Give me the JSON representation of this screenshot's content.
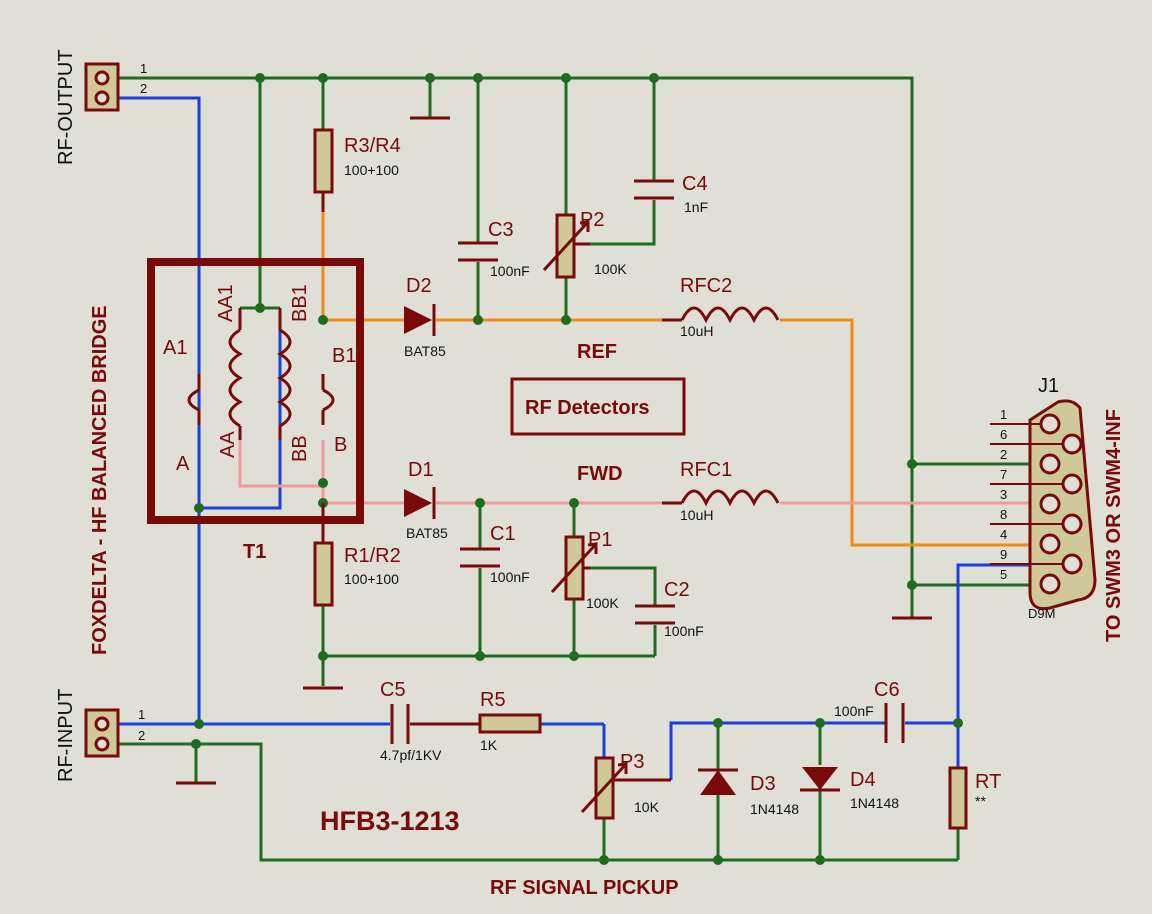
{
  "labels": {
    "rf_output": "RF-OUTPUT",
    "rf_input": "RF-INPUT",
    "title_vertical": "FOXDELTA - HF BALANCED BRIDGE",
    "to_swm": "TO SWM3 OR SWM4-INF",
    "t1": "T1",
    "rf_detectors": "RF Detectors",
    "ref": "REF",
    "fwd": "FWD",
    "board_id": "HFB3-1213",
    "rf_signal_pickup": "RF SIGNAL PICKUP",
    "j1": "J1",
    "d9m": "D9M"
  },
  "transformer_pins": {
    "a1": "A1",
    "aa1": "AA1",
    "bb1": "BB1",
    "b1": "B1",
    "a": "A",
    "aa": "AA",
    "bb": "BB",
    "b": "B"
  },
  "components": {
    "r3r4": {
      "ref": "R3/R4",
      "value": "100+100"
    },
    "r1r2": {
      "ref": "R1/R2",
      "value": "100+100"
    },
    "c3": {
      "ref": "C3",
      "value": "100nF"
    },
    "c4": {
      "ref": "C4",
      "value": "1nF"
    },
    "p2": {
      "ref": "P2",
      "value": "100K"
    },
    "d2": {
      "ref": "D2",
      "value": "BAT85"
    },
    "rfc2": {
      "ref": "RFC2",
      "value": "10uH"
    },
    "d1": {
      "ref": "D1",
      "value": "BAT85"
    },
    "rfc1": {
      "ref": "RFC1",
      "value": "10uH"
    },
    "c1": {
      "ref": "C1",
      "value": "100nF"
    },
    "p1": {
      "ref": "P1",
      "value": "100K"
    },
    "c2": {
      "ref": "C2",
      "value": "100nF"
    },
    "c5": {
      "ref": "C5",
      "value": "4.7pf/1KV"
    },
    "r5": {
      "ref": "R5",
      "value": "1K"
    },
    "p3": {
      "ref": "P3",
      "value": "10K"
    },
    "d3": {
      "ref": "D3",
      "value": "1N4148"
    },
    "d4": {
      "ref": "D4",
      "value": "1N4148"
    },
    "c6": {
      "ref": "C6",
      "value": "100nF"
    },
    "rt": {
      "ref": "RT",
      "value": "**"
    }
  },
  "connector_pins": {
    "out_1": "1",
    "out_2": "2",
    "in_1": "1",
    "in_2": "2",
    "j1": [
      "1",
      "6",
      "2",
      "7",
      "3",
      "8",
      "4",
      "9",
      "5"
    ]
  },
  "colors": {
    "background": "#dfdfd5",
    "wire_ground": "#1f6b1f",
    "wire_rf": "#1a3fe0",
    "wire_ref": "#f08a18",
    "wire_fwd": "#f29a9a",
    "component": "#7a0a0a"
  }
}
